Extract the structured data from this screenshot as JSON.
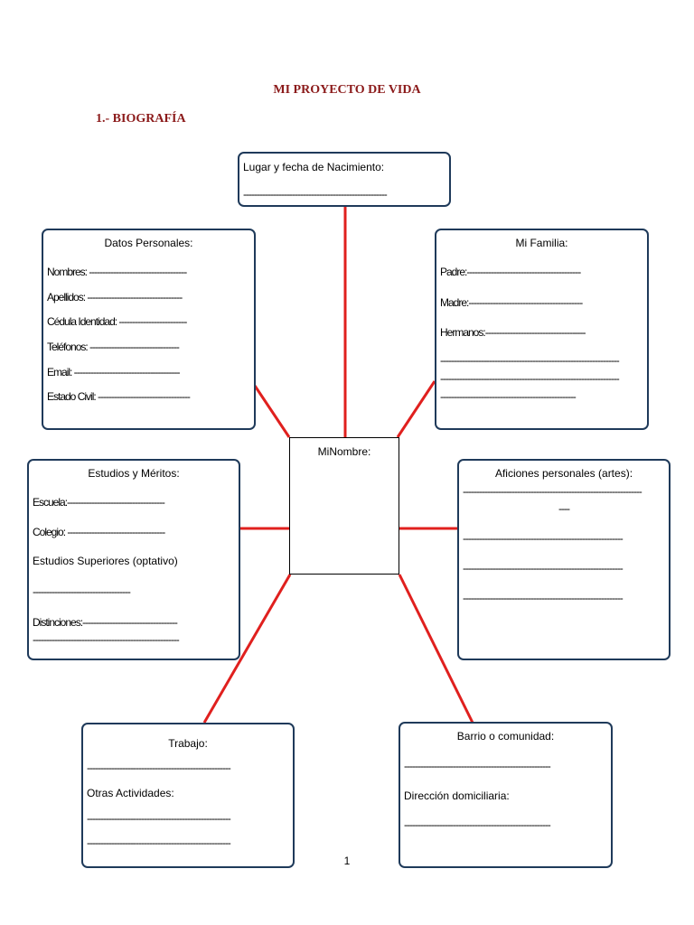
{
  "header": {
    "title": "MI PROYECTO DE VIDA",
    "section": "1.- BIOGRAFÍA"
  },
  "colors": {
    "connector": "#E0201E",
    "box_border": "#1F3A5A",
    "heading": "#8B1A1A"
  },
  "center_box": {
    "label": "MiNombre:"
  },
  "birth": {
    "label": "Lugar y fecha de Nacimiento:",
    "line1": "-----------------------------------------------------"
  },
  "personal": {
    "title": "Datos Personales:",
    "nombres": "Nombres: ------------------------------------",
    "apellidos": "Apellidos: -----------------------------------",
    "cedula": "Cédula Identidad: -------------------------",
    "telefonos": "Teléfonos: ---------------------------------",
    "email": "Email: ---------------------------------------",
    "estado": "Estado Civil: ----------------------------------"
  },
  "family": {
    "title": "Mi Familia:",
    "padre": "Padre:------------------------------------------",
    "madre": "Madre:------------------------------------------",
    "hermanos": "Hermanos:-------------------------------------",
    "line1": "------------------------------------------------------------------",
    "line2": "------------------------------------------------------------------",
    "line3": "--------------------------------------------------"
  },
  "studies": {
    "title": "Estudios y Méritos:",
    "escuela": "Escuela:------------------------------------",
    "colegio": "Colegio: ------------------------------------",
    "superiores": "Estudios Superiores (optativo)",
    "line1": "------------------------------------",
    "distinciones": "Distinciones:-----------------------------------",
    "line2": "------------------------------------------------------"
  },
  "hobbies": {
    "title": "Aficiones personales (artes):",
    "line1": "------------------------------------------------------------------",
    "line1b": "----",
    "line2": "-----------------------------------------------------------",
    "line3": "-----------------------------------------------------------",
    "line4": "-----------------------------------------------------------"
  },
  "work": {
    "title": "Trabajo:",
    "line1": "-----------------------------------------------------",
    "otras": "Otras Actividades:",
    "line2": "-----------------------------------------------------",
    "line3": "-----------------------------------------------------"
  },
  "community": {
    "title": "Barrio o comunidad:",
    "line1": "------------------------------------------------------",
    "direccion": "Dirección domiciliaria:",
    "line2": "------------------------------------------------------"
  },
  "footer": {
    "page": "1"
  }
}
